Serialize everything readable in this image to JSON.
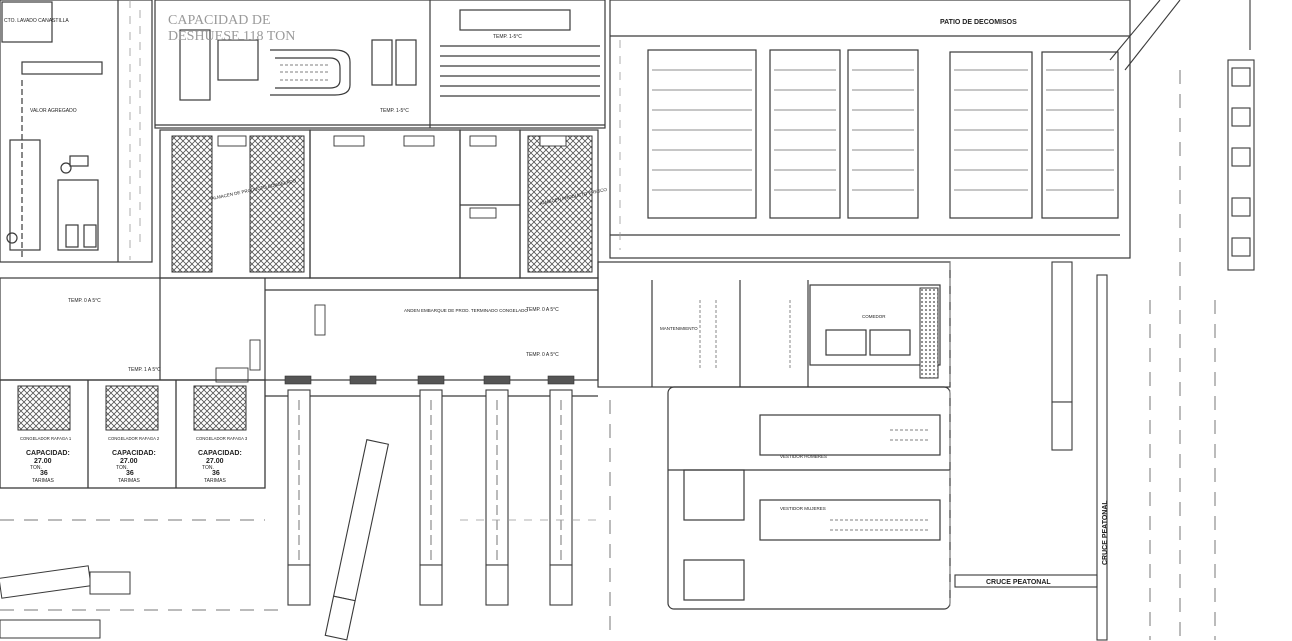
{
  "colors": {
    "line": "#3a3a3a",
    "faint": "#8a8a8a",
    "paper": "#ffffff",
    "overlay_text": "#9a9a9a"
  },
  "overlay": {
    "line1": "CAPACIDAD DE",
    "line2": "DESHUESE 118 TON"
  },
  "labels": {
    "patio": "PATIO DE DECOMISOS",
    "cto_lavado": "CTO. LAVADO CANASTILLA",
    "valor": "VALOR AGREGADO",
    "temp_top": "TEMP. 1-5°C",
    "temp_mid": "TEMP. 1-5°C",
    "temp_left": "TEMP. 0 A 5°C",
    "temp_band": "TEMP. 1 A 5°C",
    "temp_right1": "TEMP. 0 A 5°C",
    "temp_right2": "TEMP. 0 A 5°C",
    "anden": "ANDEN EMBARQUE DE PROD. TERMINADO CONGELADO",
    "almacen_cong": "ALMACEN DE PRODUCTO CONGELADO",
    "almacen_fresco": "ALMACEN PRODUCTO FRESCO",
    "cruce_h": "CRUCE PEATONAL",
    "cruce_v": "CRUCE PEATONAL",
    "mantenimiento": "MANTENIMIENTO",
    "comedor": "COMEDOR",
    "vestidor_h": "VESTIDOR HOMBRES",
    "vestidor_m": "VESTIDOR MUJERES"
  },
  "freezers": [
    {
      "name": "CONGELADOR RAFAGA 1",
      "cap_label": "CAPACIDAD:",
      "ton": "27.00",
      "ton_unit": "TON.",
      "tarimas": "36",
      "tarimas_label": "TARIMAS"
    },
    {
      "name": "CONGELADOR RAFAGA 2",
      "cap_label": "CAPACIDAD:",
      "ton": "27.00",
      "ton_unit": "TON.",
      "tarimas": "36",
      "tarimas_label": "TARIMAS"
    },
    {
      "name": "CONGELADOR RAFAGA 3",
      "cap_label": "CAPACIDAD:",
      "ton": "27.00",
      "ton_unit": "TON.",
      "tarimas": "36",
      "tarimas_label": "TARIMAS"
    }
  ]
}
